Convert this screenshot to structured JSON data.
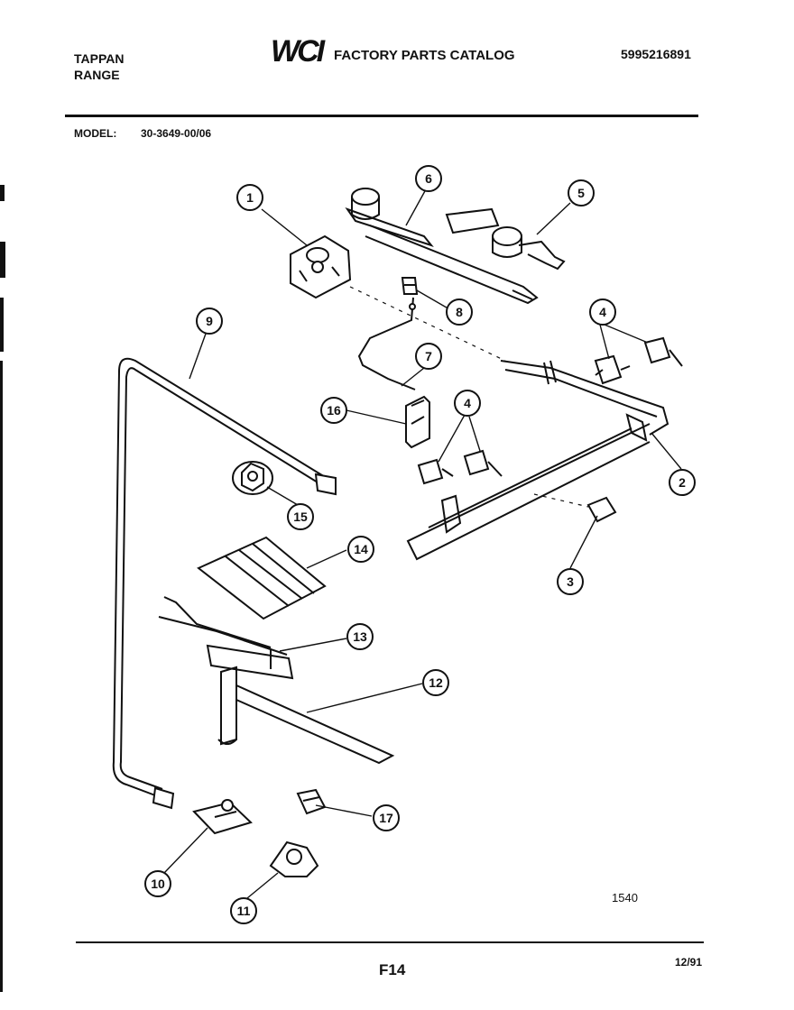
{
  "header": {
    "brand_line1": "TAPPAN",
    "brand_line2": "RANGE",
    "logo": "WCI",
    "catalog_title": "FACTORY PARTS CATALOG",
    "catalog_number": "5995216891",
    "model_label": "MODEL:",
    "model_value": "30-3649-00/06"
  },
  "diagram": {
    "drawing_number": "1540",
    "callouts": [
      "1",
      "2",
      "3",
      "4",
      "4",
      "5",
      "6",
      "7",
      "8",
      "9",
      "10",
      "11",
      "12",
      "13",
      "14",
      "15",
      "16",
      "17"
    ]
  },
  "footer": {
    "figure": "F14",
    "date": "12/91"
  }
}
